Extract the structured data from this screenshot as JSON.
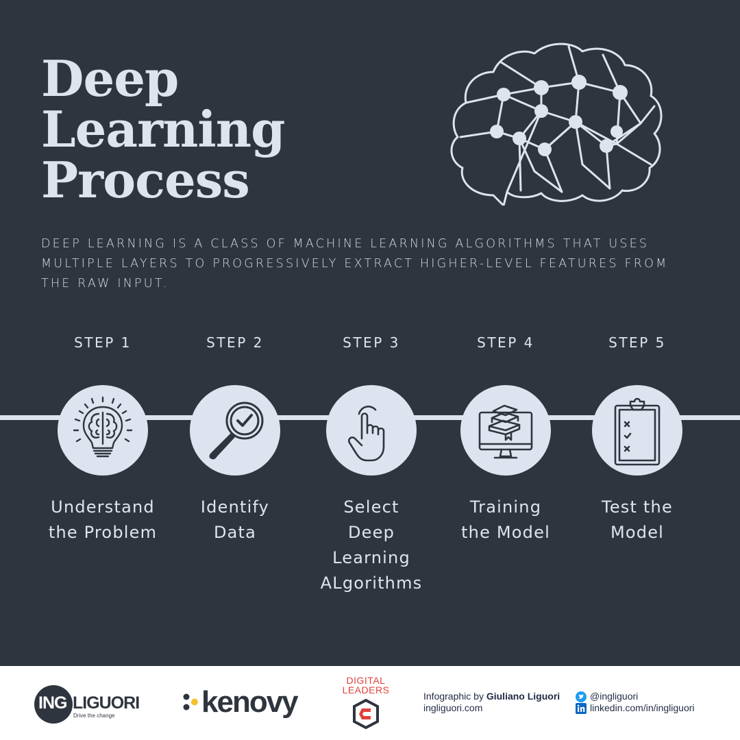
{
  "title": {
    "line1": "Deep Learning",
    "line2": "Process"
  },
  "intro": "DEEP LEARNING IS A CLASS OF MACHINE LEARNING ALGORITHMS THAT USES MULTIPLE LAYERS TO PROGRESSIVELY EXTRACT HIGHER-LEVEL FEATURES FROM THE RAW INPUT.",
  "steps": [
    {
      "label": "STEP 1",
      "line1": "Understand",
      "line2": "the Problem",
      "line3": "",
      "line4": "",
      "icon": "lightbulb-brain-icon"
    },
    {
      "label": "STEP 2",
      "line1": "Identify",
      "line2": "Data",
      "line3": "",
      "line4": "",
      "icon": "magnifier-check-icon"
    },
    {
      "label": "STEP 3",
      "line1": "Select",
      "line2": "Deep",
      "line3": "Learning",
      "line4": "ALgorithms",
      "icon": "hand-pointer-icon"
    },
    {
      "label": "STEP 4",
      "line1": "Training",
      "line2": "the Model",
      "line3": "",
      "line4": "",
      "icon": "monitor-books-icon"
    },
    {
      "label": "STEP 5",
      "line1": "Test the",
      "line2": "Model",
      "line3": "",
      "line4": "",
      "icon": "clipboard-checklist-icon"
    }
  ],
  "footer": {
    "ing_logo_left": "ING",
    "ing_logo_right": "LIGUORI",
    "ing_tagline": "Drive the change",
    "kenovy": "kenovy",
    "digital_leaders_line1": "DIGITAL",
    "digital_leaders_line2": "LEADERS",
    "credit_prefix": "Infographic by ",
    "credit_name": "Giuliano Liguori",
    "website": "ingliguori.com",
    "twitter": "@ingliguori",
    "linkedin": "linkedin.com/in/ingliguori"
  },
  "colors": {
    "background": "#2f353e",
    "accent_light": "#dde4f0",
    "digital_leaders_red": "#e2413b",
    "footer_bg": "#ffffff"
  }
}
